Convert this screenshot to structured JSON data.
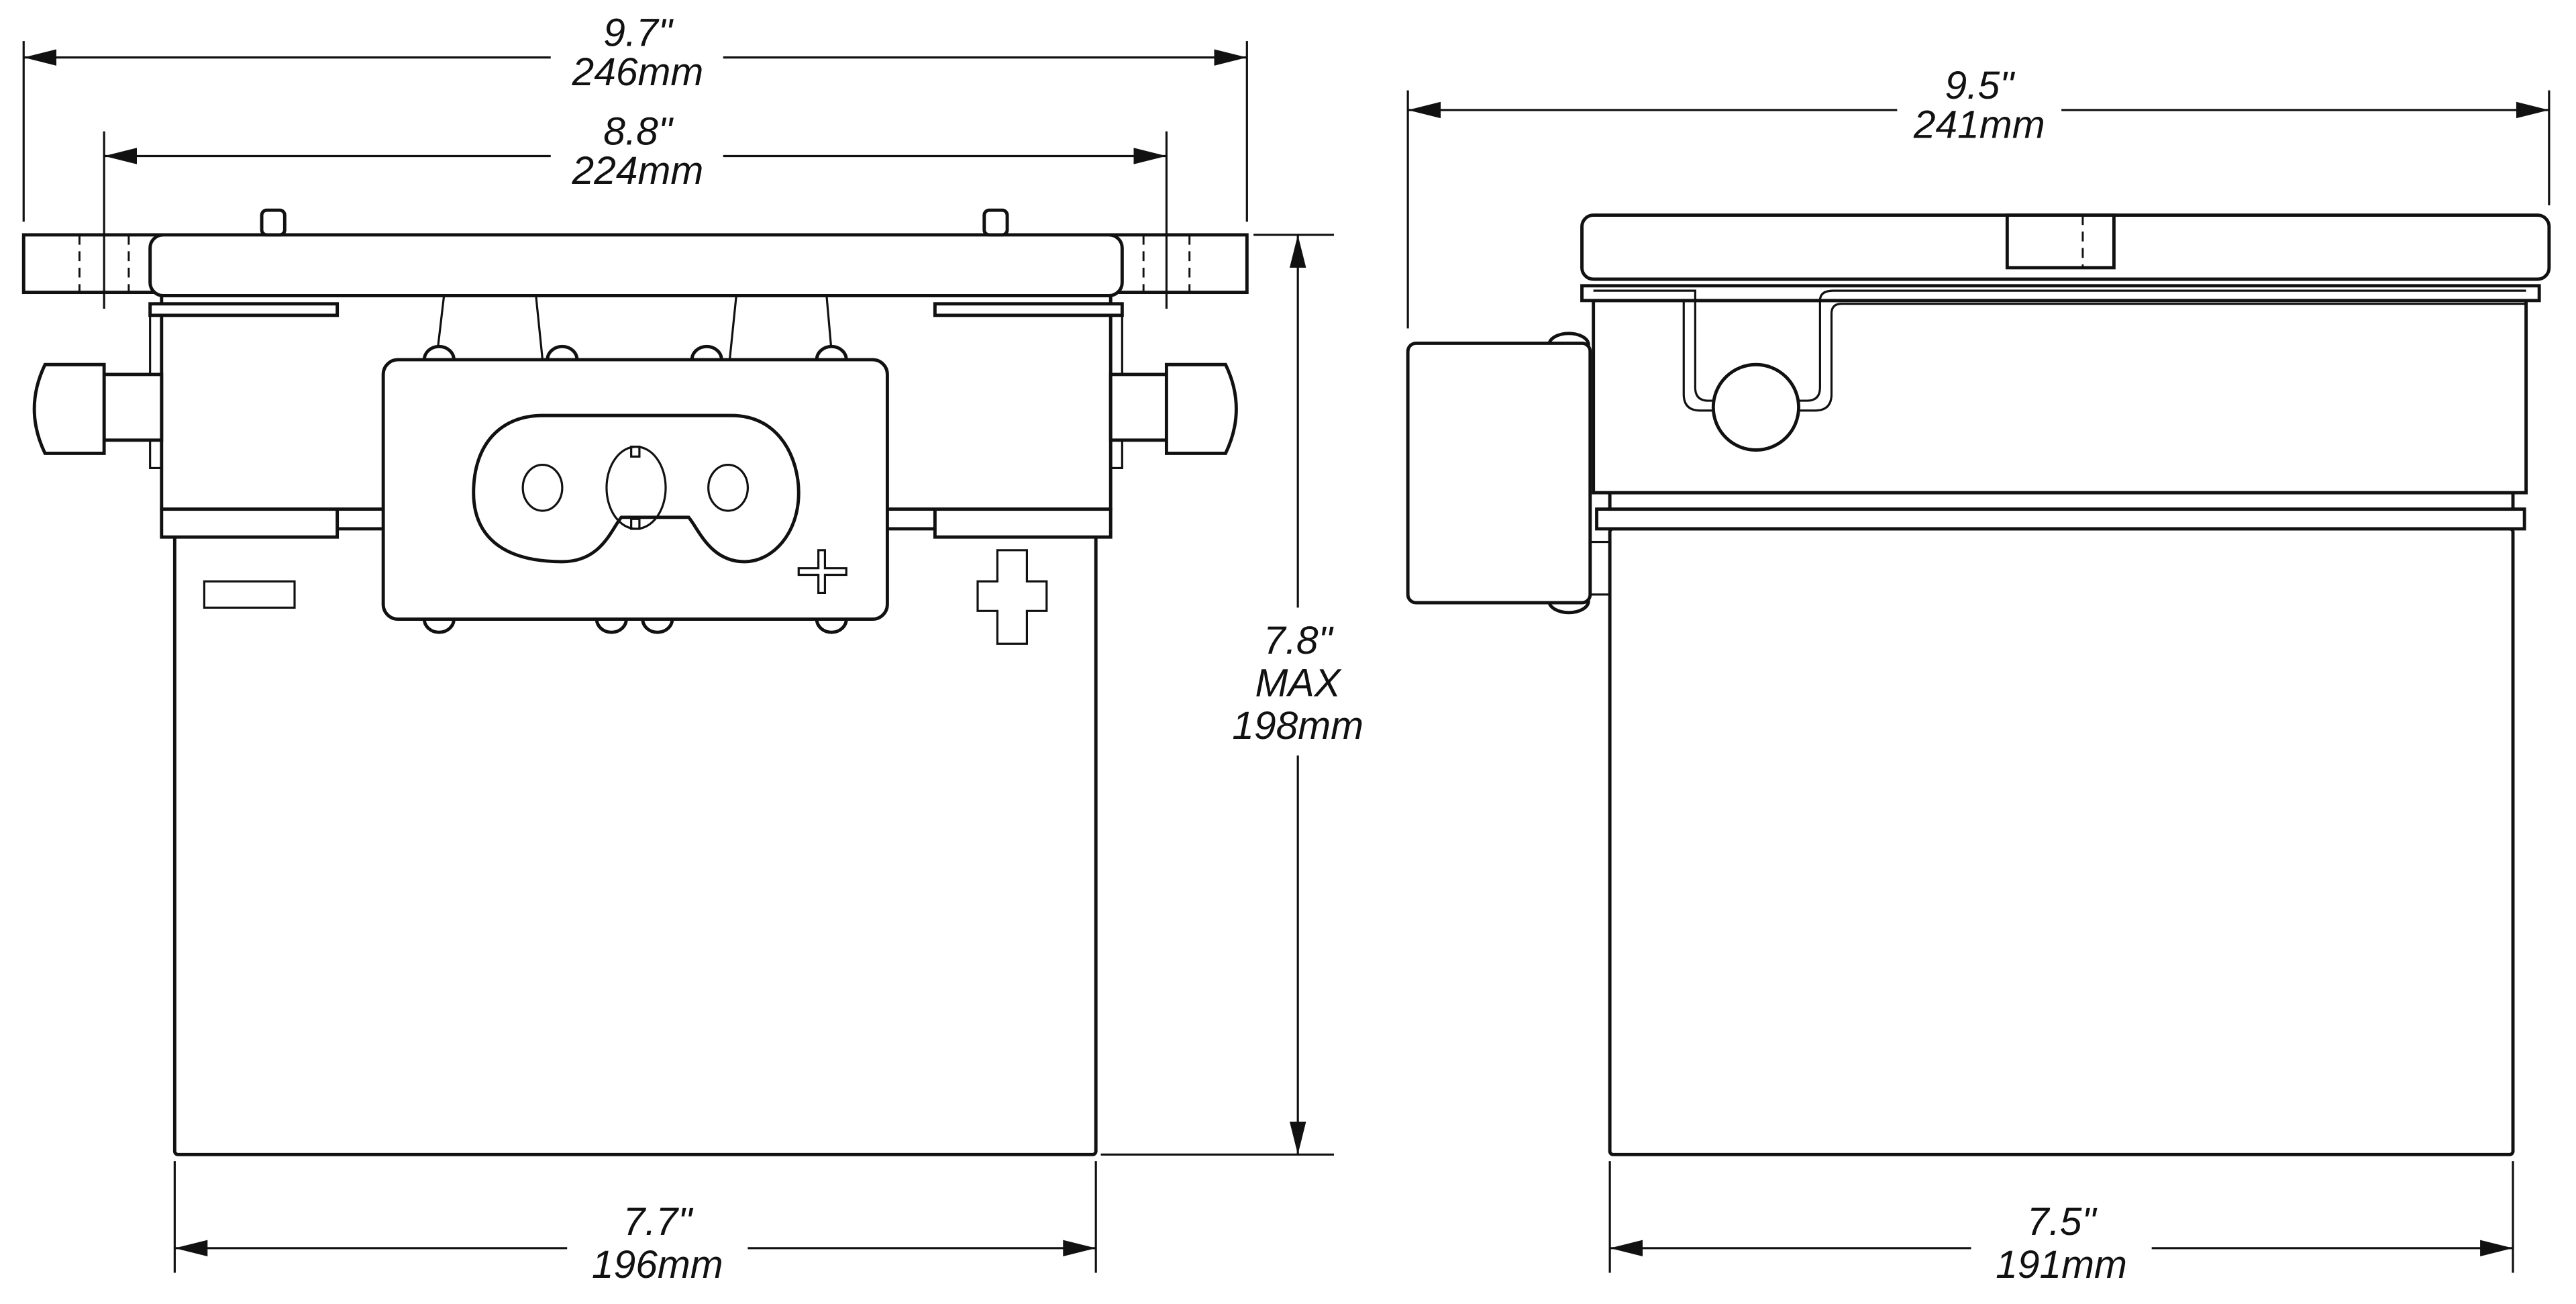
{
  "front_view": {
    "overall_width": {
      "inches": "9.7\"",
      "mm": "246mm"
    },
    "mount_width": {
      "inches": "8.8\"",
      "mm": "224mm"
    },
    "height": {
      "inches": "7.8\"",
      "qualifier": "MAX",
      "mm": "198mm"
    },
    "base_width": {
      "inches": "7.7\"",
      "mm": "196mm"
    }
  },
  "side_view": {
    "overall_depth": {
      "inches": "9.5\"",
      "mm": "241mm"
    },
    "base_depth": {
      "inches": "7.5\"",
      "mm": "191mm"
    }
  }
}
